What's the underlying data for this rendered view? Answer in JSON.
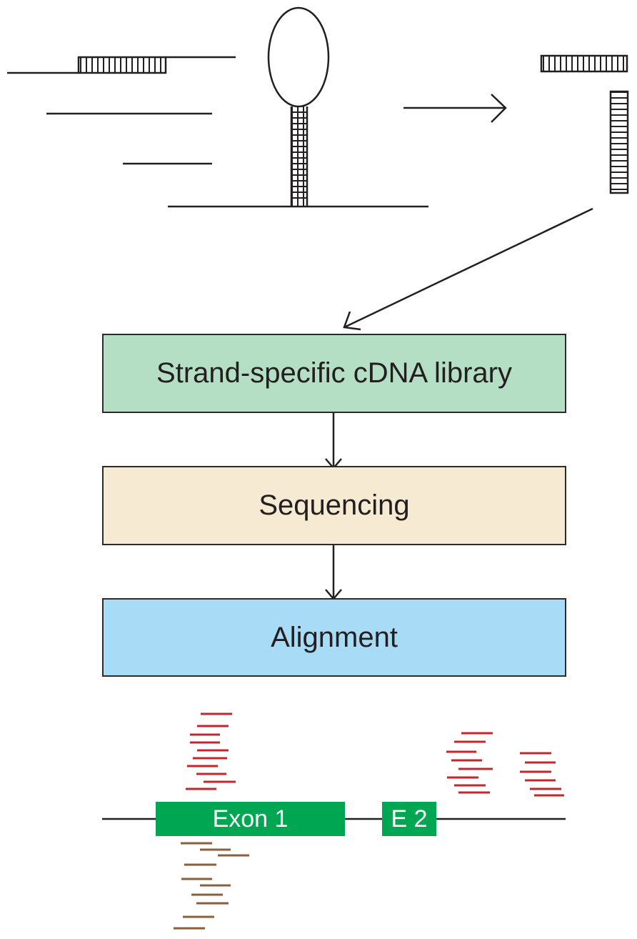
{
  "workflow": {
    "steps": [
      {
        "label": "Strand-specific cDNA library",
        "color": "#b5dfc5"
      },
      {
        "label": "Sequencing",
        "color": "#f6ead3"
      },
      {
        "label": "Alignment",
        "color": "#a8dcf6"
      }
    ]
  },
  "gene_model": {
    "exons": [
      {
        "label": "Exon 1"
      },
      {
        "label": "E 2"
      }
    ],
    "exon_color": "#00a651",
    "sense_read_color": "#c1272d",
    "antisense_read_color": "#8b5e3c"
  }
}
